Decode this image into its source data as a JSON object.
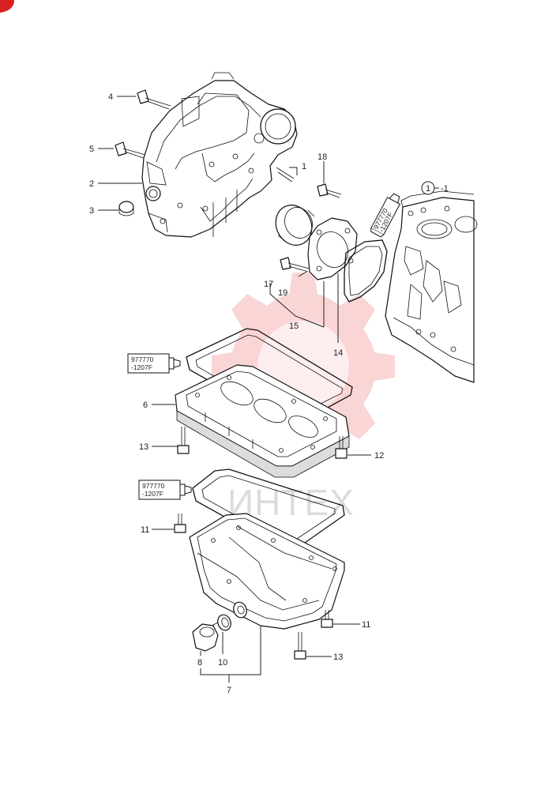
{
  "watermark": {
    "text": "ИНТЕХ",
    "gear_color": "#f5b8b8",
    "text_color": "#d6d6d6"
  },
  "sealant_tubes": [
    {
      "line1": "977770",
      "line2": "-1207F"
    },
    {
      "line1": "977770",
      "line2": "-1207F"
    },
    {
      "line1": "977770",
      "line2": "-1207F"
    }
  ],
  "callouts": {
    "p1": "1",
    "p1_ref": "1",
    "p2": "2",
    "p3": "3",
    "p4": "4",
    "p5": "5",
    "p6": "6",
    "p7": "7",
    "p8": "8",
    "p10": "10",
    "p11_a": "11",
    "p11_b": "11",
    "p12": "12",
    "p13_a": "13",
    "p13_b": "13",
    "p14": "14",
    "p15": "15",
    "p17": "17",
    "p18": "18",
    "p19": "19"
  }
}
